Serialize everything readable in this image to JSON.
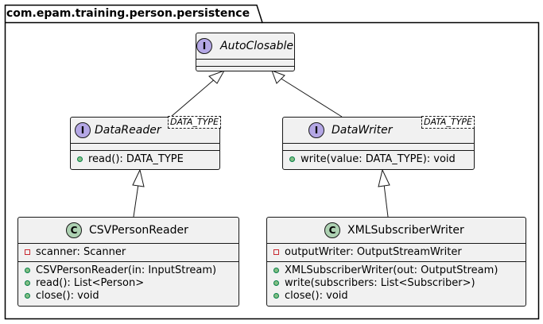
{
  "package": {
    "name": "com.epam.training.person.persistence"
  },
  "classes": {
    "auto_closable": {
      "stereotype_icon": "I",
      "name": "AutoClosable"
    },
    "data_reader": {
      "stereotype_icon": "I",
      "name": "DataReader",
      "type_param": "DATA_TYPE",
      "methods": [
        "read(): DATA_TYPE"
      ]
    },
    "data_writer": {
      "stereotype_icon": "I",
      "name": "DataWriter",
      "type_param": "DATA_TYPE",
      "methods": [
        "write(value: DATA_TYPE): void"
      ]
    },
    "csv_person_reader": {
      "stereotype_icon": "C",
      "name": "CSVPersonReader",
      "fields": [
        "scanner: Scanner"
      ],
      "methods": [
        "CSVPersonReader(in: InputStream)",
        "read(): List<Person>",
        "close(): void"
      ]
    },
    "xml_subscriber_writer": {
      "stereotype_icon": "C",
      "name": "XMLSubscriberWriter",
      "fields": [
        "outputWriter: OutputStreamWriter"
      ],
      "methods": [
        "XMLSubscriberWriter(out: OutputStream)",
        "write(subscribers: List<Subscriber>)",
        "close(): void"
      ]
    }
  },
  "colors": {
    "interface_badge": "#b4a7e5",
    "class_badge": "#add1b2",
    "class_fill": "#f1f1f1",
    "border": "#181818",
    "public_marker": "#84be84",
    "private_marker": "#c82930"
  }
}
